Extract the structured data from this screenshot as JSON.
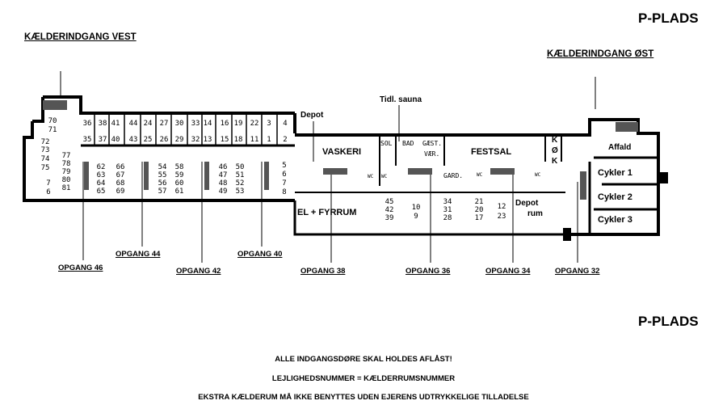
{
  "header": {
    "p_plads_top": "P-PLADS",
    "p_plads_bottom": "P-PLADS"
  },
  "entrances": {
    "west": "KÆLDERINDGANG VEST",
    "east": "KÆLDERINDGANG ØST"
  },
  "rooms": {
    "depot": "Depot",
    "tidl_sauna": "Tidl. sauna",
    "vaskeri": "VASKERI",
    "sol": "SOL",
    "bad": "BAD",
    "gaest": "GÆST.",
    "vaer": "VÆR.",
    "festsal": "FESTSAL",
    "kok_k": "K",
    "kok_o": "Ø",
    "kok_k2": "K",
    "wc": "WC",
    "gard": "GARD.",
    "el_fyrrum": "EL + FYRRUM",
    "depot_rum_1": "Depot",
    "depot_rum_2": "rum",
    "affald": "Affald",
    "cykler1": "Cykler 1",
    "cykler2": "Cykler 2",
    "cykler3": "Cykler 3"
  },
  "stairwells": [
    "OPGANG 46",
    "OPGANG 44",
    "OPGANG 42",
    "OPGANG 40",
    "OPGANG 38",
    "OPGANG 36",
    "OPGANG 34",
    "OPGANG 32"
  ],
  "storage_units": {
    "top_row_upper": [
      "36",
      "38",
      "41",
      "44",
      "24",
      "27",
      "30",
      "33",
      "14",
      "16",
      "19",
      "22",
      "3",
      "4"
    ],
    "top_row_lower": [
      "35",
      "37",
      "40",
      "43",
      "25",
      "26",
      "29",
      "32",
      "13",
      "15",
      "18",
      "11",
      "1",
      "2"
    ],
    "west_column": [
      "70",
      "71",
      "72",
      "73",
      "74",
      "75",
      "7",
      "6"
    ],
    "west_inner": [
      "77",
      "78",
      "79",
      "80",
      "81"
    ],
    "group_a_left": [
      "62",
      "63",
      "64",
      "65"
    ],
    "group_a_right": [
      "66",
      "67",
      "68",
      "69"
    ],
    "group_b_left": [
      "54",
      "55",
      "56",
      "57"
    ],
    "group_b_right": [
      "58",
      "59",
      "60",
      "61"
    ],
    "group_c_left": [
      "46",
      "47",
      "48",
      "49"
    ],
    "group_c_right": [
      "50",
      "51",
      "52",
      "53"
    ],
    "group_d": [
      "5",
      "6",
      "7",
      "8"
    ],
    "mid_a": [
      "45",
      "42",
      "39"
    ],
    "mid_b": [
      "10",
      "9"
    ],
    "mid_c": [
      "34",
      "31",
      "28"
    ],
    "mid_d": [
      "21",
      "20",
      "17"
    ],
    "mid_e": [
      "12",
      "23"
    ]
  },
  "notes": [
    "ALLE INDGANGSDØRE SKAL HOLDES AFLÅST!",
    "LEJLIGHEDSNUMMER = KÆLDERRUMSNUMMER",
    "EKSTRA KÆLDERUM MÅ IKKE BENYTTES UDEN EJERENS UDTRYKKELIGE TILLADELSE"
  ]
}
